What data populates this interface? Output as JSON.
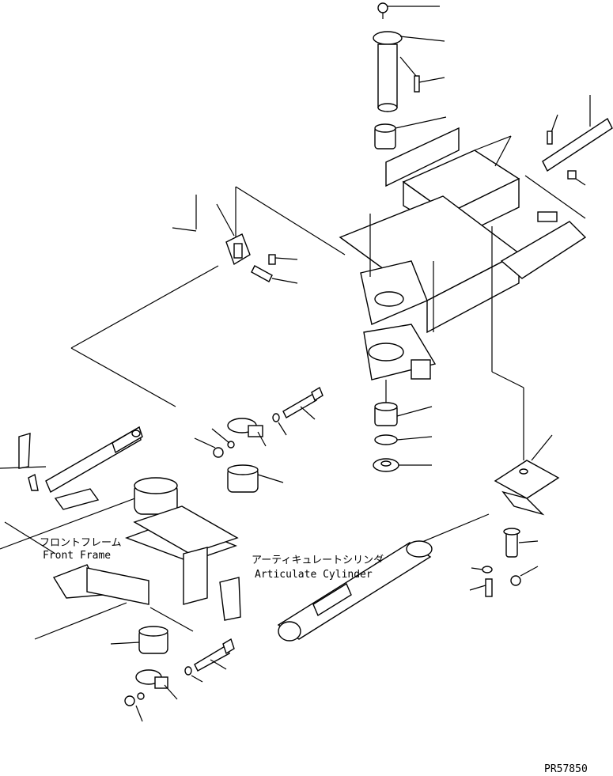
{
  "labels": {
    "front_frame_jp": "フロントフレーム",
    "front_frame_en": "Front Frame",
    "cylinder_jp": "アーティキュレートシリンダ",
    "cylinder_en": "Articulate Cylinder",
    "drawing_number": "PR57850"
  }
}
